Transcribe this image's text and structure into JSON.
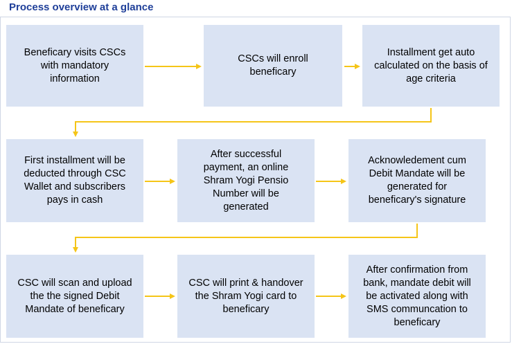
{
  "title": "Process overview at a glance",
  "steps": [
    "Beneficary visits CSCs\nwith mandatory\ninformation",
    "CSCs will enroll\nbeneficary",
    "Installment get auto\ncalculated on the basis of\nage criteria",
    "First installment will be\ndeducted through CSC\nWallet and subscribers\npays in cash",
    "After successful\npayment, an online\nShram Yogi Pensio\nNumber will be\ngenerated",
    "Acknowledement cum\nDebit Mandate will be\ngenerated for\nbeneficary's signature",
    "CSC will scan and upload\nthe the signed Debit\nMandate of beneficary",
    "CSC will print & handover\nthe Shram Yogi card to\nbeneficary",
    "After confirmation from\nbank, mandate debit will\nbe activated along with\nSMS communcation to\nbeneficary"
  ],
  "colors": {
    "title": "#1f3f99",
    "box_fill": "#dae3f3",
    "arrow": "#f5c518",
    "frame": "#cfd6e4"
  }
}
